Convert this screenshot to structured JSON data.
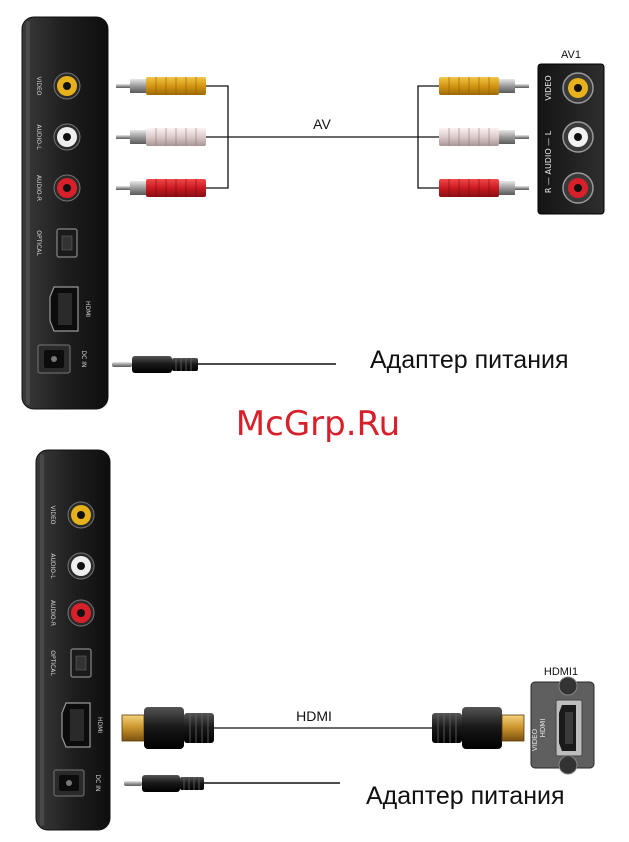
{
  "diagram_top": {
    "box_port_labels": {
      "video": "VIDEO",
      "audio_l": "AUDIO-L",
      "audio_r": "AUDIO-R",
      "optical": "OPTICAL",
      "hdmi": "HDMI",
      "dc_in": "DC IN"
    },
    "cable_label": "AV",
    "tv_panel_title": "AV1",
    "tv_panel_labels": {
      "video": "VIDEO",
      "audio": "R — AUDIO — L"
    },
    "power_label": "Адаптер питания"
  },
  "watermark": "McGrp.Ru",
  "diagram_bottom": {
    "box_port_labels": {
      "video": "VIDEO",
      "audio_l": "AUDIO-L",
      "audio_r": "AUDIO-R",
      "optical": "OPTICAL",
      "hdmi": "HDMI",
      "dc_in": "DC IN"
    },
    "cable_label": "HDMI",
    "tv_panel_title": "HDMI1",
    "tv_panel_port_label": "HDMI",
    "tv_panel_side_label": "VIDEO",
    "power_label": "Адаптер питания"
  },
  "colors": {
    "device": "#222222",
    "plug_yellow": "#e0a21a",
    "plug_white": "#e4d6d6",
    "plug_red": "#d8202a",
    "watermark": "#d8202a"
  }
}
